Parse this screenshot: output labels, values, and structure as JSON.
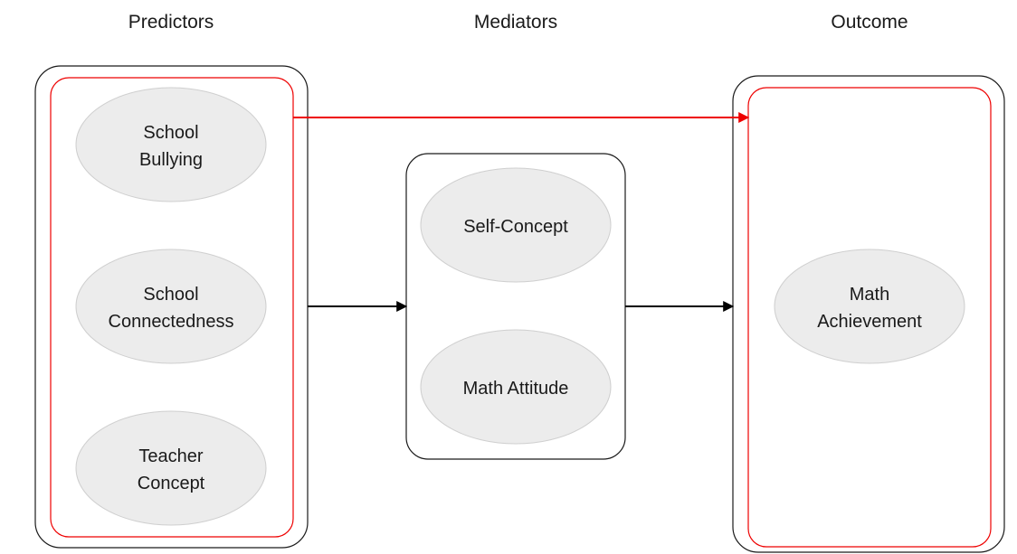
{
  "headers": {
    "predictors": "Predictors",
    "mediators": "Mediators",
    "outcome": "Outcome"
  },
  "nodes": {
    "school_bullying": [
      "School",
      "Bullying"
    ],
    "school_connectedness": [
      "School",
      "Connectedness"
    ],
    "teacher_concept": [
      "Teacher",
      "Concept"
    ],
    "self_concept": [
      "Self-Concept"
    ],
    "math_attitude": [
      "Math Attitude"
    ],
    "math_achievement": [
      "Math",
      "Achievement"
    ]
  },
  "colors": {
    "direct_path": "#ee0000",
    "indirect_path": "#000000",
    "group_inner_border": "#ee0000",
    "group_outer_border": "#1a1a1a",
    "node_fill": "#ececec"
  }
}
